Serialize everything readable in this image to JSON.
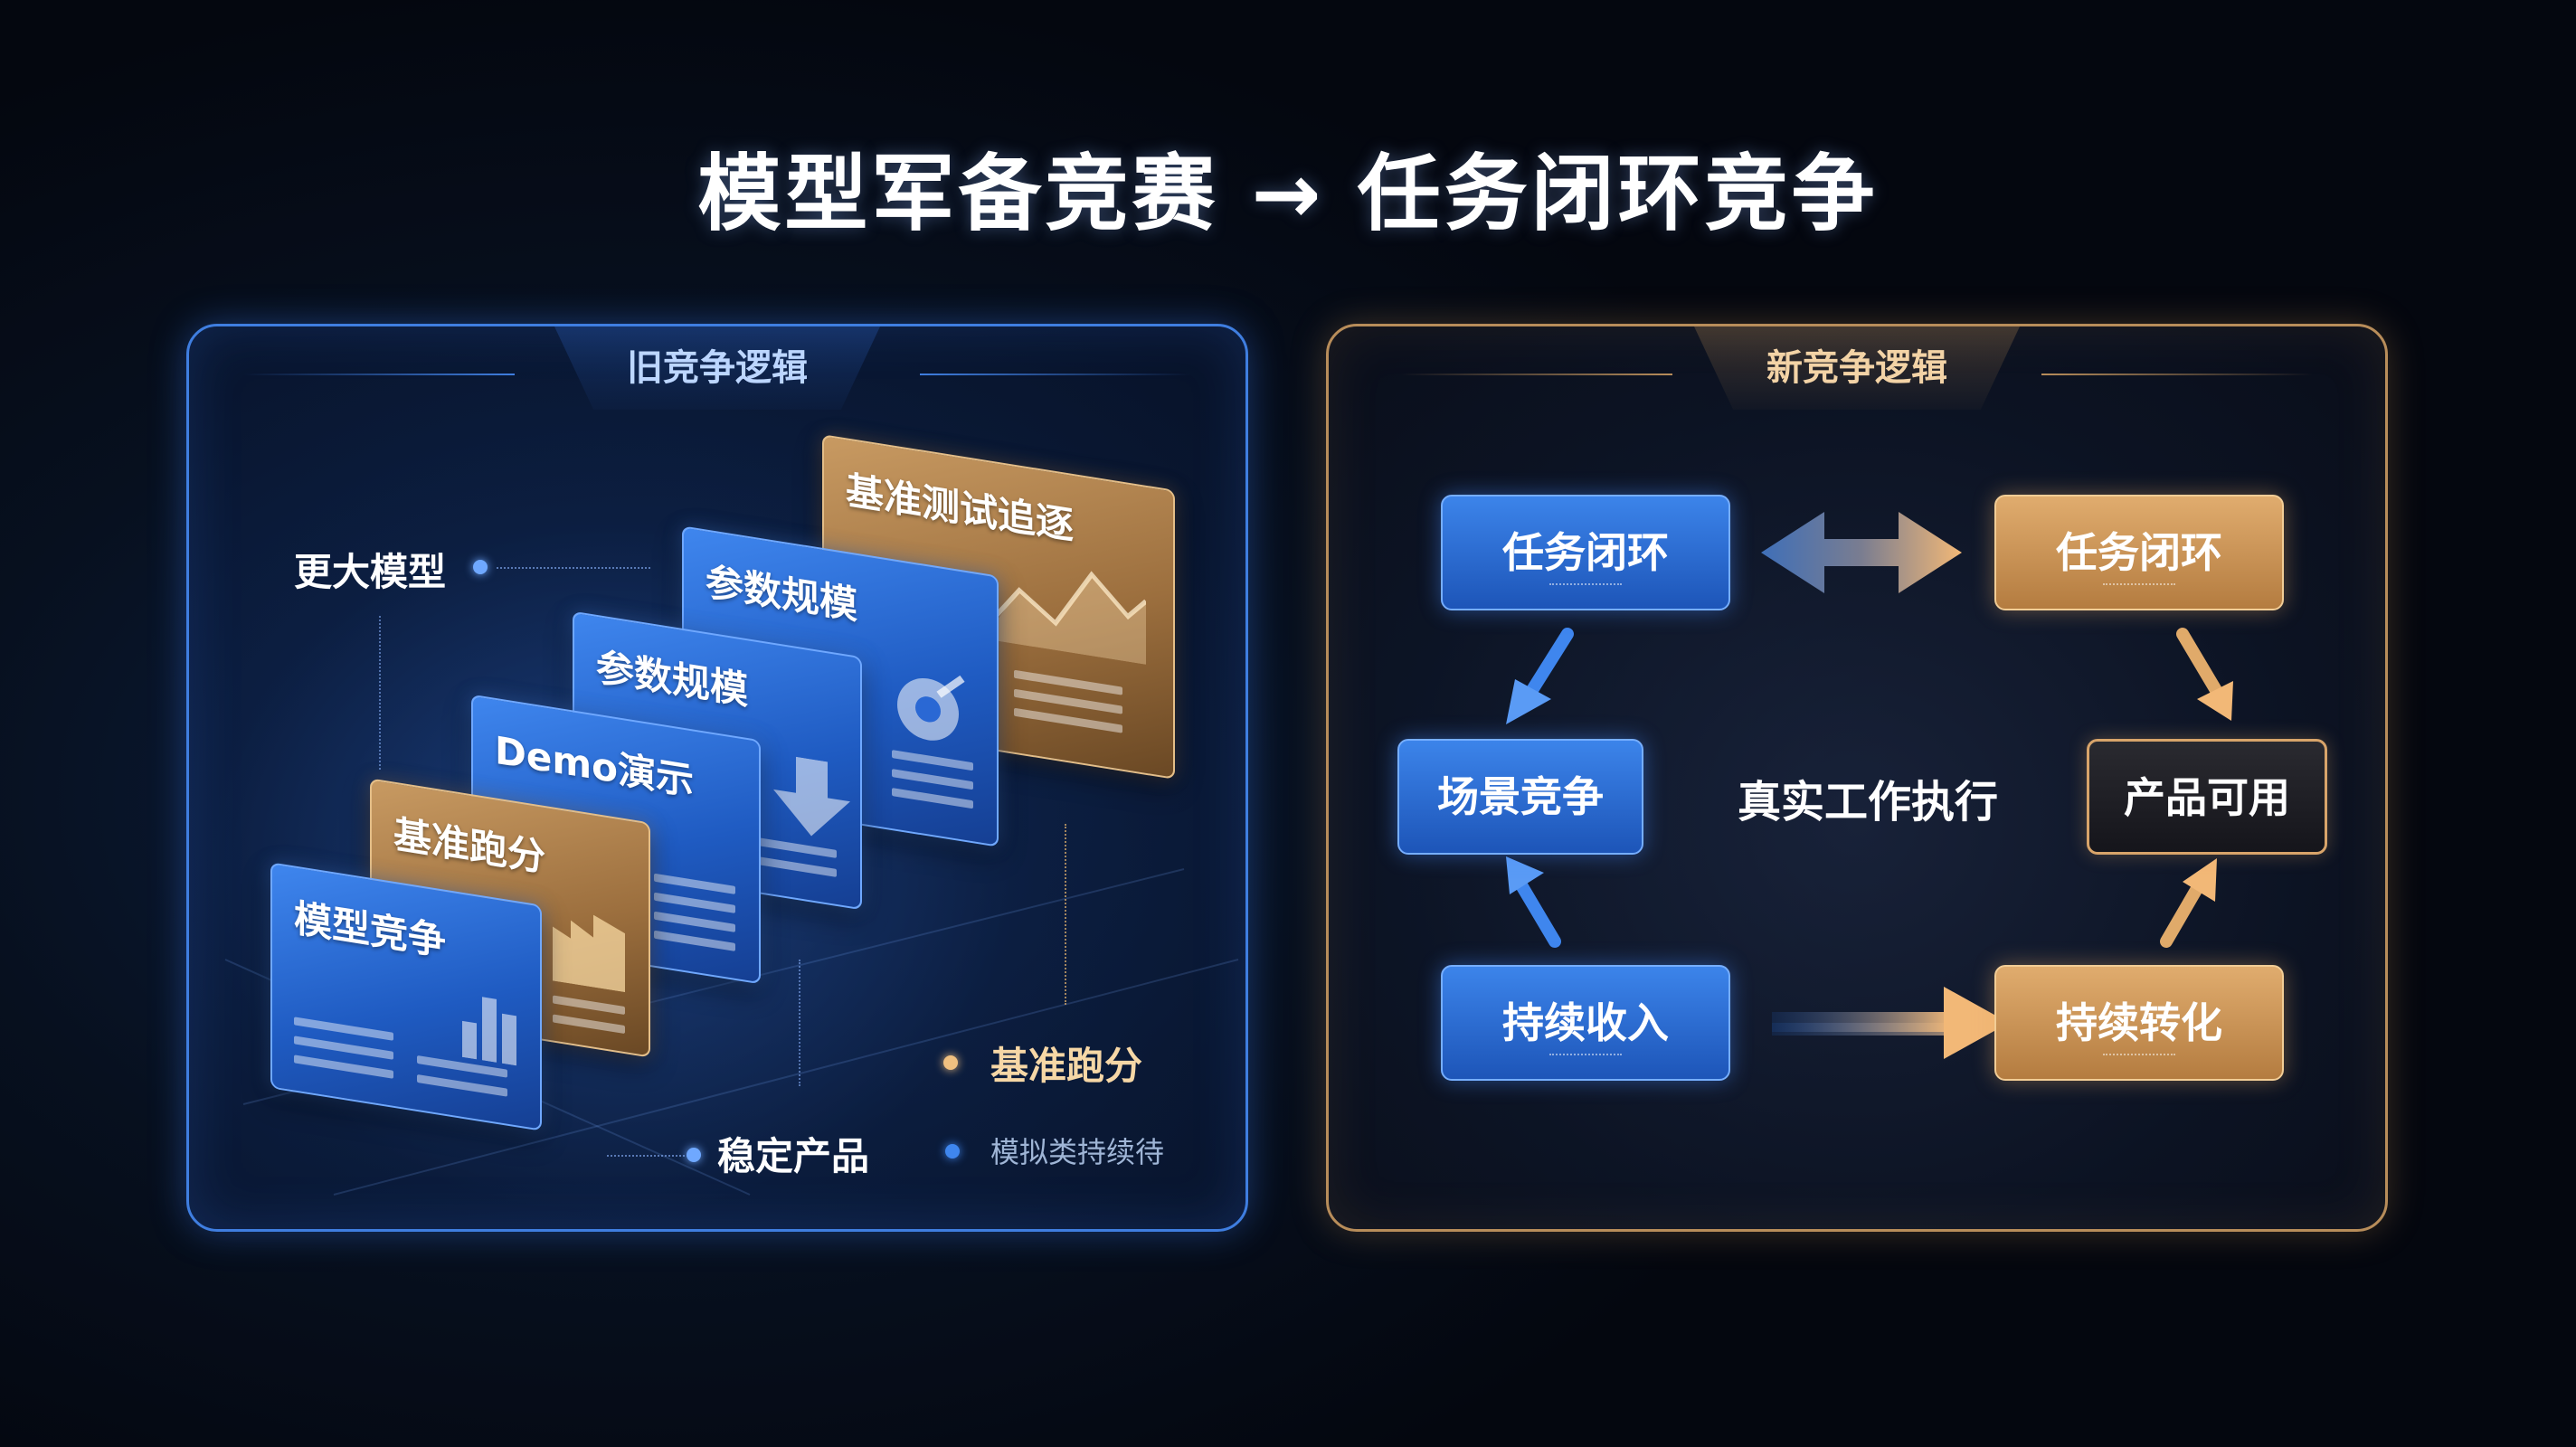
{
  "title": "模型军备竞赛 → 任务闭环竞争",
  "left_panel": {
    "heading": "旧竞争逻辑",
    "cards": [
      {
        "label": "基准测试追逐",
        "tone": "gold"
      },
      {
        "label": "参数规模",
        "tone": "blue"
      },
      {
        "label": "参数规模",
        "tone": "blue"
      },
      {
        "label": "Demo演示",
        "tone": "blue"
      },
      {
        "label": "基准跑分",
        "tone": "gold"
      },
      {
        "label": "模型竞争",
        "tone": "blue"
      }
    ],
    "annotations": {
      "bigger_model": "更大模型",
      "stable_product": "稳定产品",
      "benchmark_score": "基准跑分",
      "legend_blue": "模拟类持续待"
    }
  },
  "right_panel": {
    "heading": "新竞争逻辑",
    "nodes": {
      "task_loop_left": "任务闭环",
      "task_loop_right": "任务闭环",
      "scenario": "场景竞争",
      "product_usable": "产品可用",
      "continuous_income": "持续收入",
      "continuous_conversion": "持续转化"
    },
    "center": "真实工作执行"
  },
  "colors": {
    "blue_accent": "#3f7ee0",
    "gold_accent": "#d8a46a",
    "background": "#07101f"
  }
}
